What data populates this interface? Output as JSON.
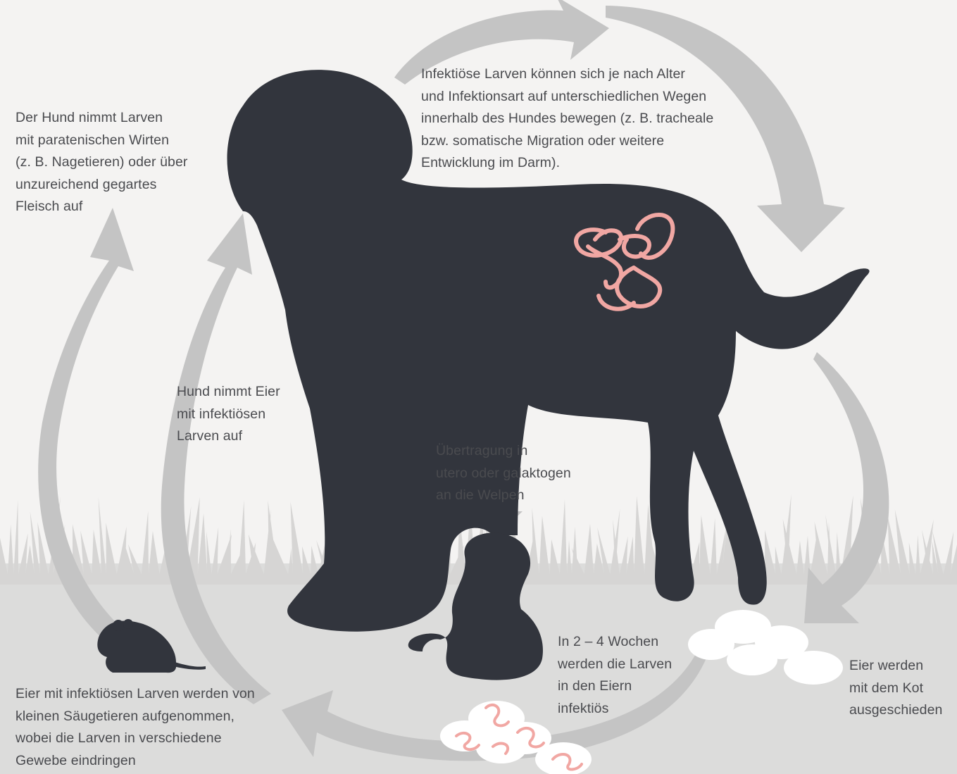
{
  "colors": {
    "background": "#f4f3f2",
    "ground": "#dcdcdb",
    "grass": "#d6d5d4",
    "arrow": "#c2c2c2",
    "silhouette": "#32353d",
    "worm": "#f1a7a3",
    "egg": "#ffffff",
    "text": "#4a4b4f"
  },
  "icons": {
    "dog": "adult-dog-silhouette",
    "puppy": "puppy-silhouette",
    "mouse": "mouse-silhouette",
    "worms": "roundworm-icon",
    "eggs": "egg-cluster-icon",
    "larval_eggs": "larvated-egg-icon"
  },
  "labels": {
    "host_uptake": "Der Hund nimmt Larven\nmit paratenischen Wirten\n(z. B. Nagetieren) oder über\nunzureichend gegartes\nFleisch auf",
    "migration": "Infektiöse Larven können sich je nach Alter\nund Infektionsart auf unterschiedlichen Wegen\ninnerhalb des Hundes bewegen (z. B. tracheale\nbzw. somatische Migration oder weitere\nEntwicklung im Darm).",
    "egg_ingestion": "Hund nimmt Eier\nmit infektiösen\nLarven auf",
    "transmission": "Übertragung in\nutero oder galaktogen\nan die Welpen",
    "maturation": "In 2 – 4 Wochen\nwerden die Larven\nin den Eiern\ninfektiös",
    "excretion": "Eier werden\nmit dem Kot\nausgeschieden",
    "small_mammals": "Eier mit infektiösen Larven werden von\nkleinen Säugetieren aufgenommen,\nwobei die Larven in verschiedene\nGewebe eindringen"
  }
}
